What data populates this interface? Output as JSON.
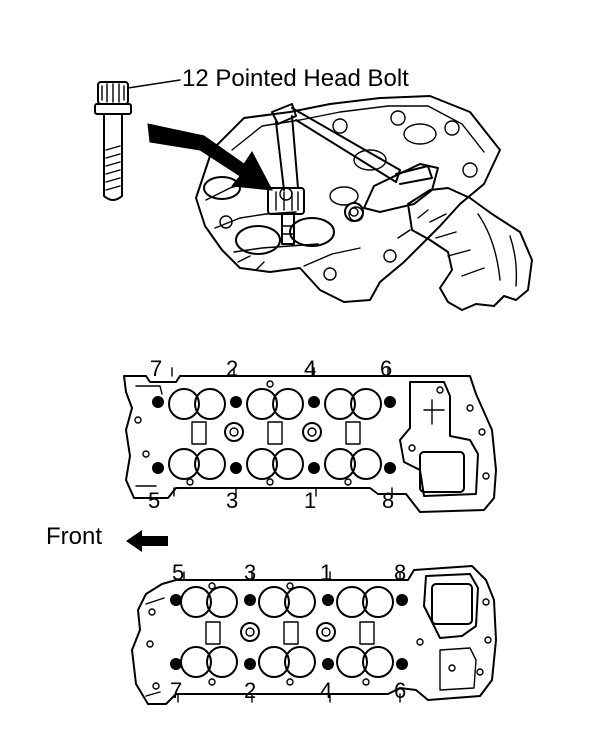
{
  "callout": {
    "label": "12 Pointed Head Bolt"
  },
  "direction": {
    "label": "Front"
  },
  "upper_head": {
    "top_numbers": [
      "7",
      "2",
      "4",
      "6"
    ],
    "bottom_numbers": [
      "5",
      "3",
      "1",
      "8"
    ]
  },
  "lower_head": {
    "top_numbers": [
      "5",
      "3",
      "1",
      "8"
    ],
    "bottom_numbers": [
      "7",
      "2",
      "4",
      "6"
    ]
  }
}
